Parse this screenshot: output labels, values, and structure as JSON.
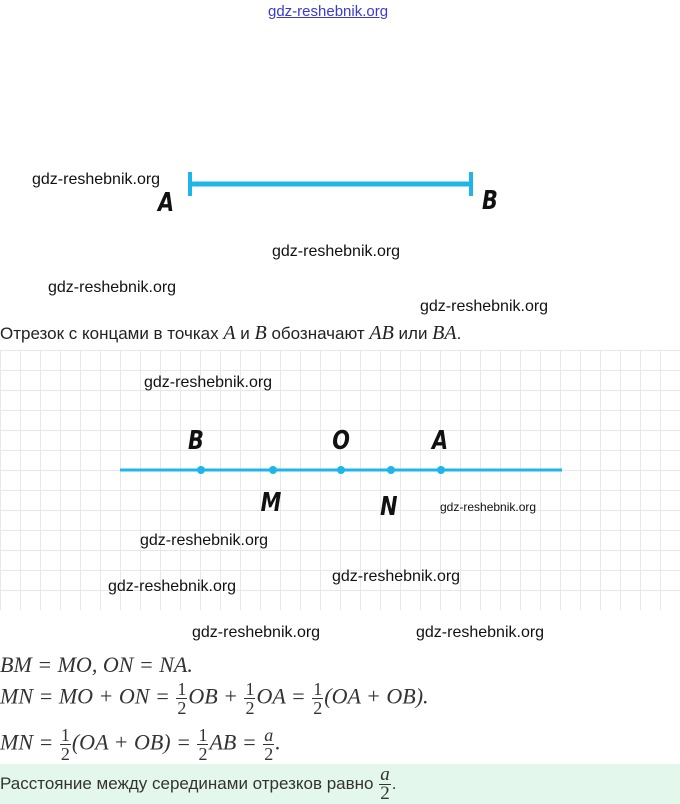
{
  "watermarks": [
    "gdz-reshebnik.org",
    "gdz-reshebnik.org",
    "gdz-reshebnik.org",
    "gdz-reshebnik.org",
    "gdz-reshebnik.org",
    "gdz-reshebnik.org",
    "gdz-reshebnik.org",
    "gdz-reshebnik.org",
    "gdz-reshebnik.org",
    "gdz-reshebnik.org",
    "gdz-reshebnik.org",
    "gdz-reshebnik.org"
  ],
  "figure1": {
    "left": "A",
    "right": "B"
  },
  "sentence": {
    "part1": "Отрезок с концами в точках ",
    "a": "A",
    "part2": " и ",
    "b": "B",
    "part3": " обозначают ",
    "ab": "AB",
    "part4": " или ",
    "ba": "BA",
    "end": "."
  },
  "figure2": {
    "points": [
      "B",
      "M",
      "O",
      "N",
      "A"
    ]
  },
  "line_color": "#1fb5e8",
  "equations": {
    "eq1": "BM = MO,  ON  =  NA.",
    "eq2a": "MN = MO + ON = ",
    "half": "1",
    "two": "2",
    "eq2b": "OB + ",
    "eq2c": "OA = ",
    "eq2d": "(OA + OB).",
    "eq3a": "MN = ",
    "eq3b": "(OA + OB) = ",
    "eq3c": "AB = ",
    "a": "a",
    "eq3d": "."
  },
  "conclusion": {
    "text": "Расстояние между серединами отрезков равно ",
    "a": "a",
    "two": "2",
    "end": "."
  }
}
